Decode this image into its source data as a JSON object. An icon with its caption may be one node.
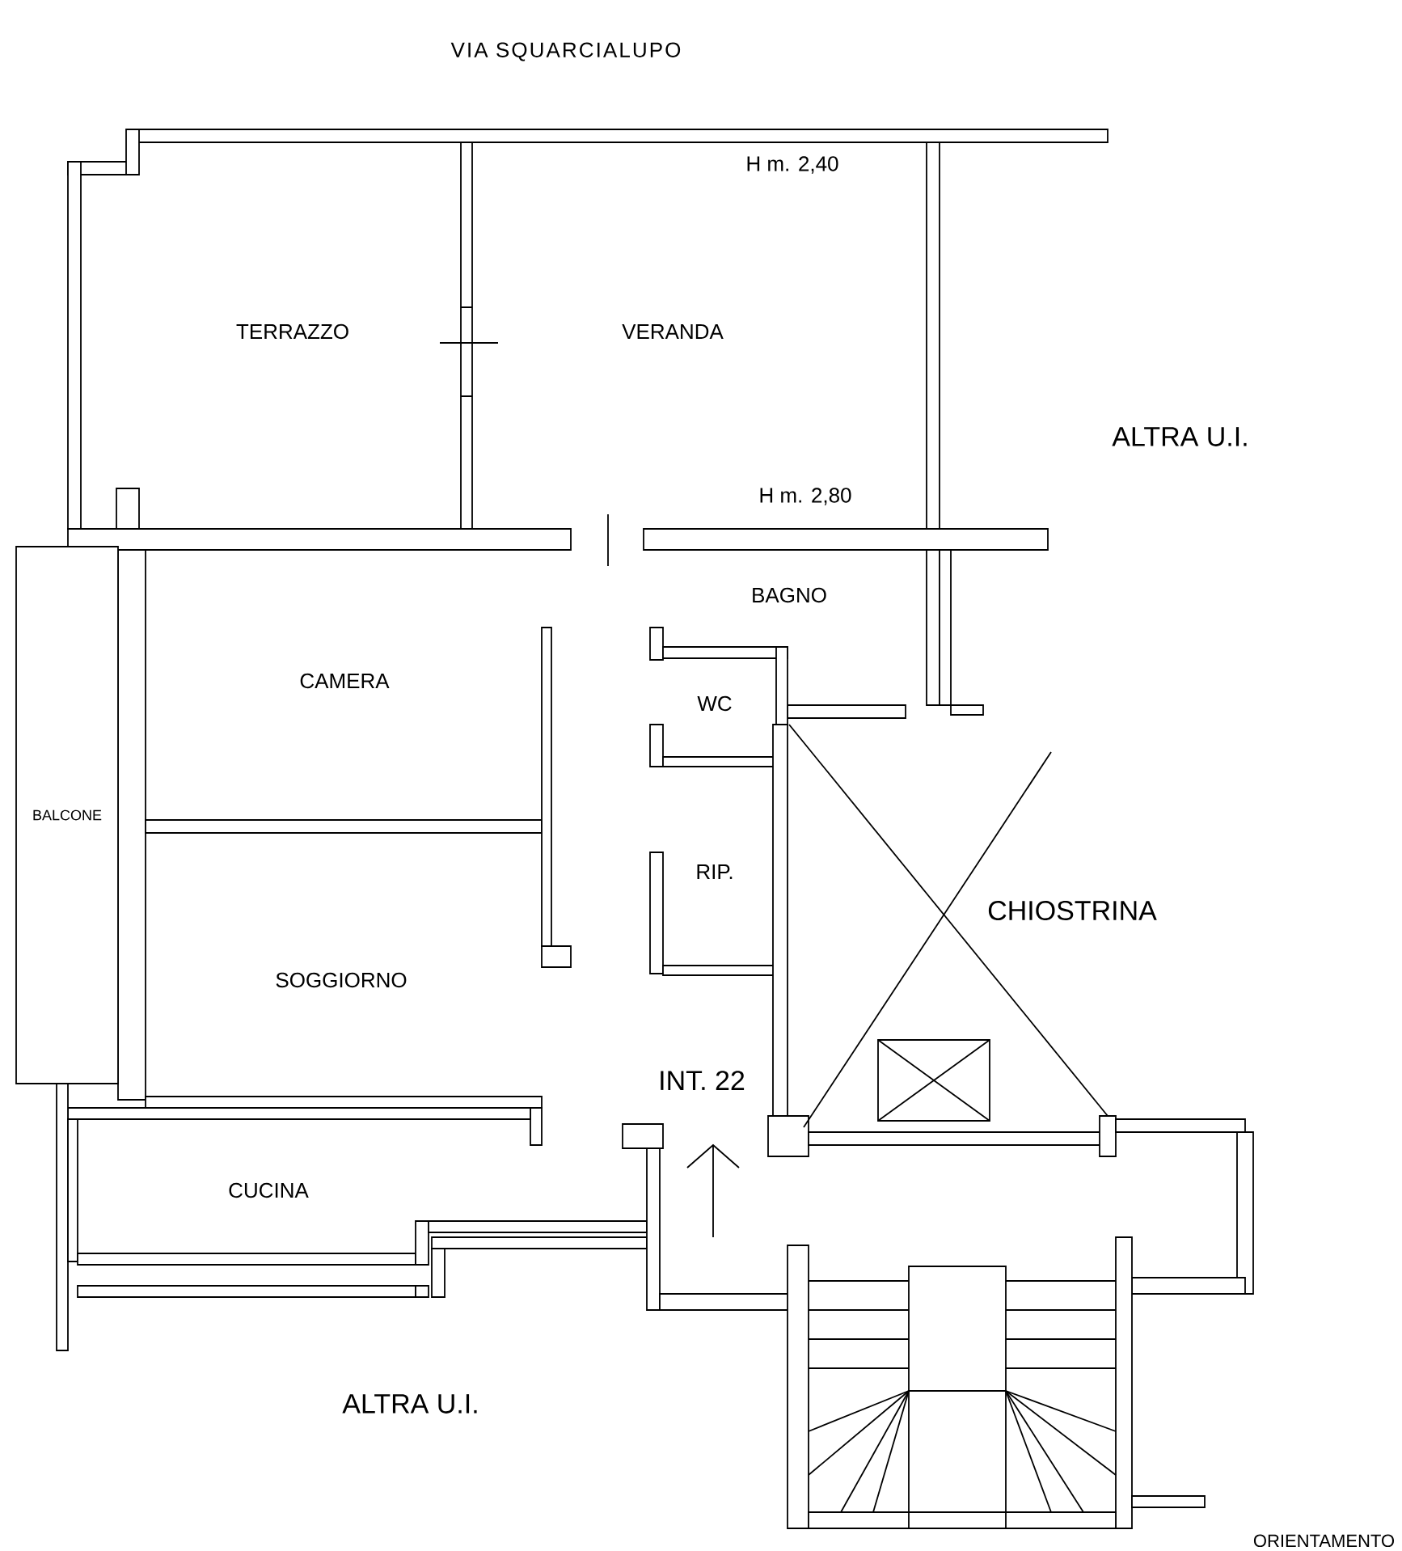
{
  "diagram": {
    "nodes": [
      {
        "text": [
          "BALCONE"
        ]
      }
    ],
    "labels": [
      "VIA SQUARCIALUPO",
      "H m. 2,40",
      "TERRAZZO",
      "VERANDA",
      "ALTRA U.I.",
      "H m. 2,80",
      "BAGNO",
      "CAMERA",
      "WC",
      "RIP.",
      "CHIOSTRINA",
      "SOGGIORNO",
      "INT. 22",
      "CUCINA",
      "ALTRA U.I.",
      "ORIENTAMENTO"
    ]
  }
}
